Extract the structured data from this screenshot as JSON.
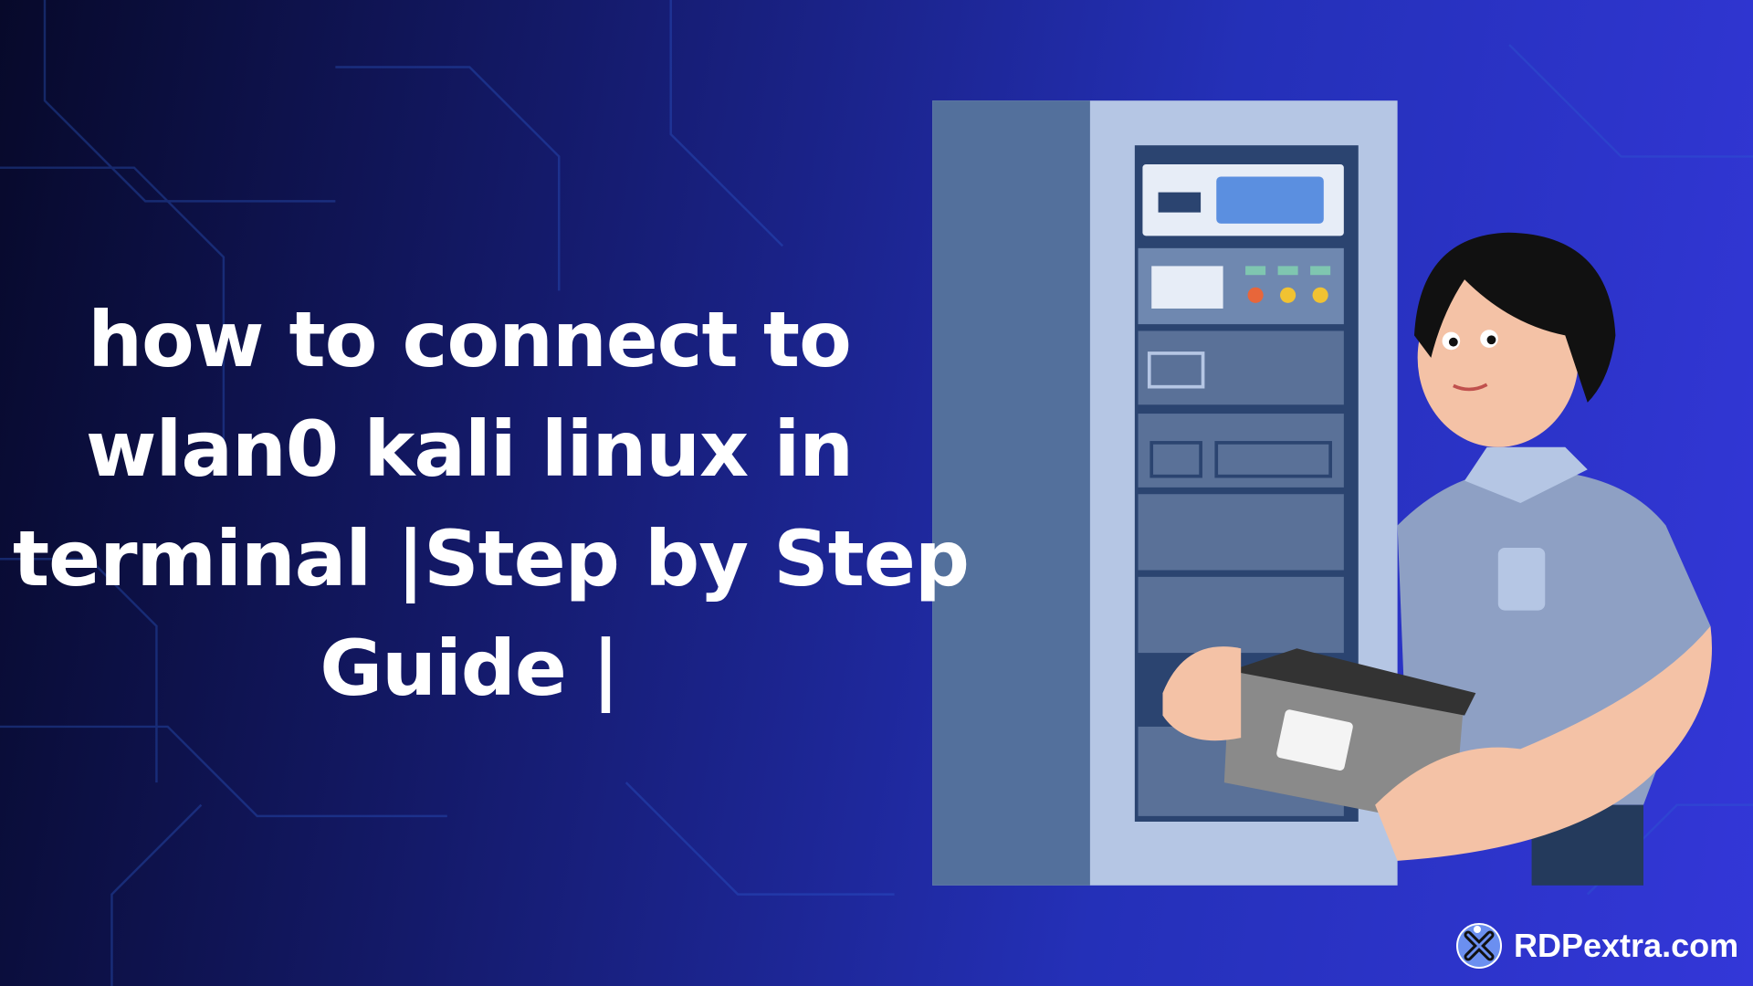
{
  "title": {
    "lines": [
      "how to connect to",
      "wlan0 kali linux in",
      "terminal |Step by Step",
      "Guide |"
    ]
  },
  "brand": {
    "name": "RDPextra.com",
    "icon": "x-circle-logo-icon"
  },
  "colors": {
    "background_dark": "#07092a",
    "background_accent": "#3337d8",
    "text": "#ffffff"
  }
}
